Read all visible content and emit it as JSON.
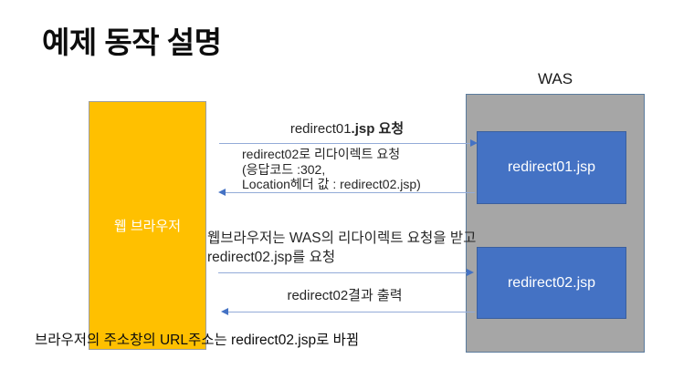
{
  "slide": {
    "title": "예제 동작 설명",
    "footnote": "브라우저의 주소창의 URL주소는 redirect02.jsp로 바뀜"
  },
  "browser": {
    "label": "웹 브라우저"
  },
  "was": {
    "label": "WAS",
    "pages": [
      {
        "name": "redirect01.jsp"
      },
      {
        "name": "redirect02.jsp"
      }
    ]
  },
  "flows": [
    {
      "direction": "browser-to-was",
      "label_normal": "redirect01",
      "label_bold": ".jsp 요청"
    },
    {
      "direction": "was-to-browser",
      "lines": [
        "redirect02로 리다이렉트 요청",
        "(응답코드 :302,",
        "Location헤더 값 : redirect02.jsp)"
      ]
    },
    {
      "direction": "browser-to-was",
      "lines": [
        "웹브라우저는 WAS의 리다이렉트 요청을 받고",
        "redirect02.jsp를 요청"
      ]
    },
    {
      "direction": "was-to-browser",
      "label": "redirect02결과 출력"
    }
  ],
  "colors": {
    "browser_fill": "#FFC000",
    "was_fill": "#A6A6A6",
    "page_fill": "#4472C4",
    "page_border": "#3A5F9E",
    "was_border": "#5B7B9D",
    "arrow_line": "#93ABD8",
    "arrow_head": "#4472C4"
  }
}
